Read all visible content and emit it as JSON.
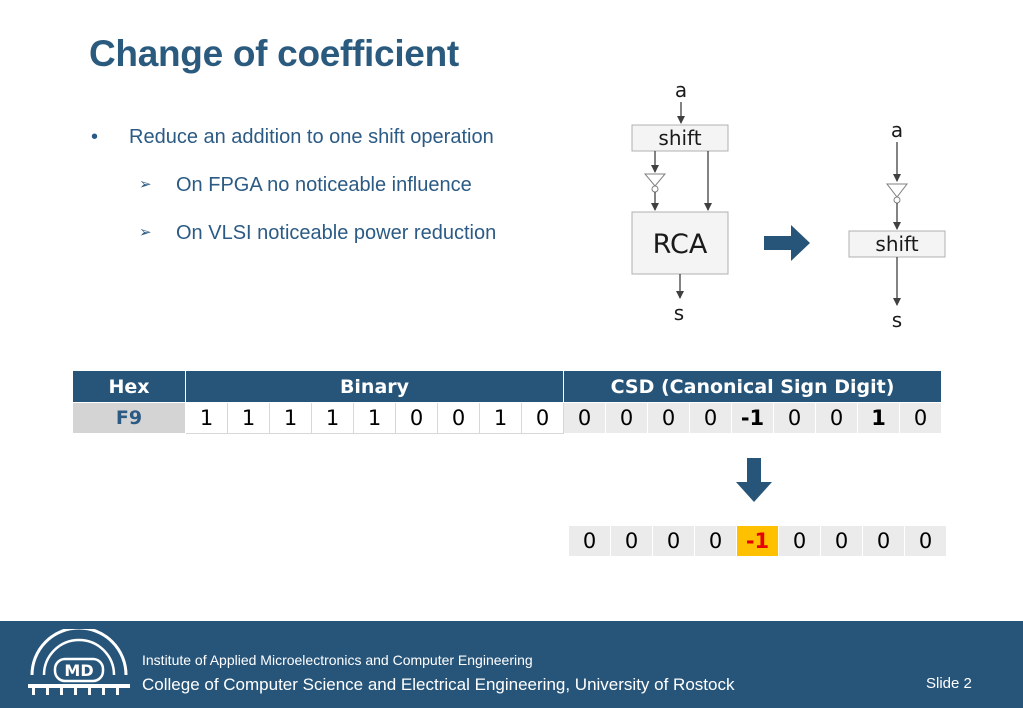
{
  "title": "Change of coefficient",
  "bullets": {
    "main": {
      "marker": "•",
      "text": "Reduce an addition to one shift operation"
    },
    "sub": [
      {
        "marker": "➢",
        "text": "On FPGA no noticeable influence"
      },
      {
        "marker": "➢",
        "text": "On VLSI noticeable power reduction"
      }
    ]
  },
  "diagram": {
    "left": {
      "input": "a",
      "shift": "shift",
      "adder": "RCA",
      "output": "s"
    },
    "right": {
      "input": "a",
      "shift": "shift",
      "output": "s"
    },
    "arrow_color": "#27557a"
  },
  "table": {
    "headers": {
      "hex": "Hex",
      "binary": "Binary",
      "csd": "CSD (Canonical Sign Digit)"
    },
    "hex_value": "F9",
    "binary_digits": [
      "1",
      "1",
      "1",
      "1",
      "1",
      "0",
      "0",
      "1",
      "0"
    ],
    "csd_digits": [
      "0",
      "0",
      "0",
      "0",
      "-1",
      "0",
      "0",
      "1",
      "0"
    ]
  },
  "result_digits": [
    "0",
    "0",
    "0",
    "0",
    "-1",
    "0",
    "0",
    "0",
    "0"
  ],
  "footer": {
    "logo_text": "MD",
    "institute": "Institute of Applied Microelectronics and Computer Engineering",
    "college": "College of Computer Science and Electrical Engineering, University of Rostock",
    "slide": "Slide 2"
  },
  "colors": {
    "title": "#2a5a7e",
    "header_bg": "#27557a",
    "highlight_bg": "#ffc000",
    "highlight_text": "#e60000"
  }
}
